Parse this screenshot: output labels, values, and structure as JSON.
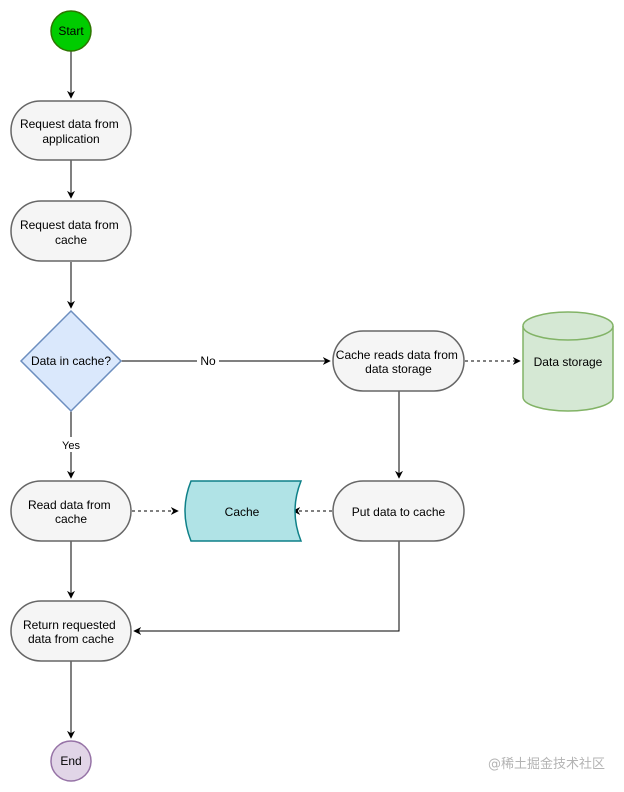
{
  "nodes": {
    "start": {
      "label": "Start",
      "color": "#00cc00"
    },
    "request_app": {
      "line1": "Request data from",
      "line2": "application"
    },
    "request_cache": {
      "line1": "Request data from",
      "line2": "cache"
    },
    "decision": {
      "label": "Data in cache?",
      "color": "#dae8fc"
    },
    "cache_reads": {
      "line1": "Cache reads data from",
      "line2": "data storage"
    },
    "data_storage": {
      "label": "Data storage",
      "color": "#d5e8d4"
    },
    "read_cache": {
      "line1": "Read data from",
      "line2": "cache"
    },
    "cache_store": {
      "label": "Cache",
      "color": "#b0e3e6"
    },
    "put_cache": {
      "label": "Put data to cache"
    },
    "return_data": {
      "line1": "Return requested",
      "line2": "data from cache"
    },
    "end": {
      "label": "End",
      "color": "#e1d5e7"
    }
  },
  "edges": {
    "no_label": "No",
    "yes_label": "Yes"
  },
  "watermark": "@稀土掘金技术社区"
}
